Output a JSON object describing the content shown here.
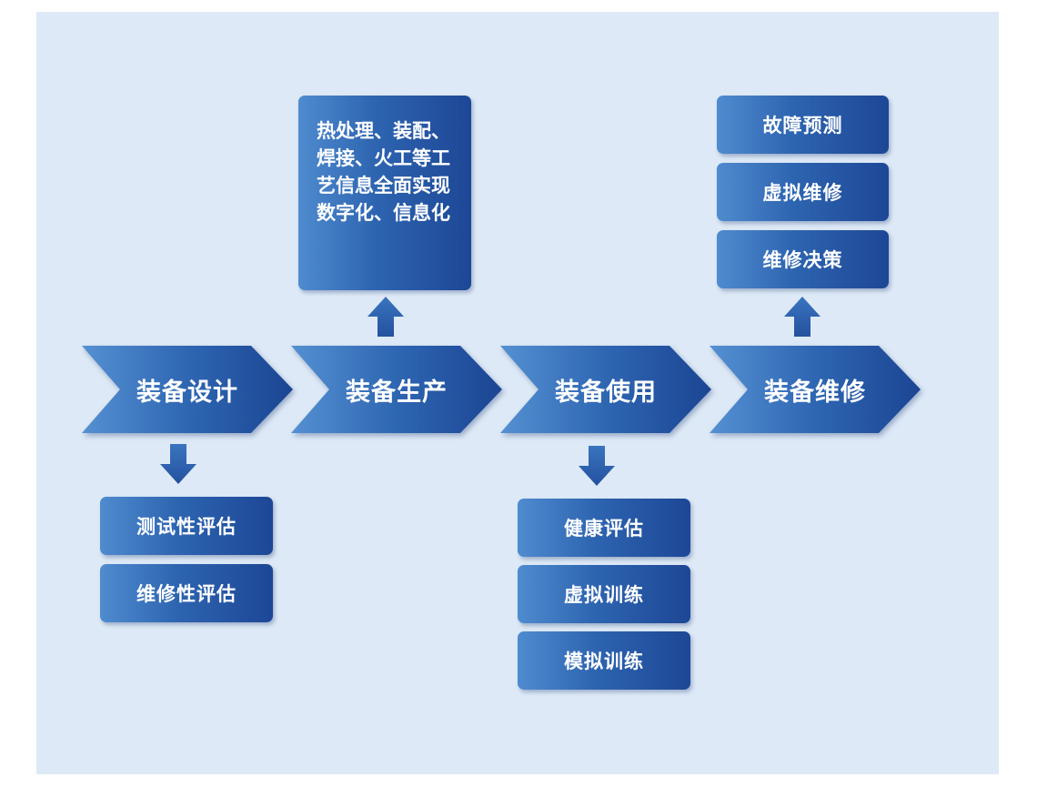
{
  "stages": [
    {
      "label": "装备设计"
    },
    {
      "label": "装备生产"
    },
    {
      "label": "装备使用"
    },
    {
      "label": "装备维修"
    }
  ],
  "design_items": [
    "测试性评估",
    "维修性评估"
  ],
  "production_note": "热处理、装配、焊接、火工等工艺信息全面实现数字化、信息化",
  "usage_items": [
    "健康评估",
    "虚拟训练",
    "模拟训练"
  ],
  "maintenance_items": [
    "故障预测",
    "虚拟维修",
    "维修决策"
  ],
  "colors": {
    "background": "#dde9f6",
    "shape_light": "#4f8bcf",
    "shape_dark": "#1d4796",
    "arrow": "#2f66b2",
    "text": "#ffffff"
  }
}
